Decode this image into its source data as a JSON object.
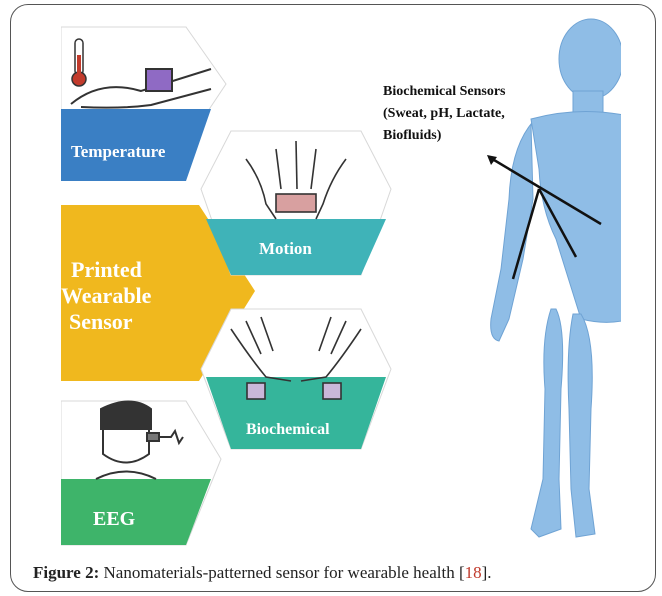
{
  "figure": {
    "tiles": {
      "temperature": "Temperature",
      "motion": "Motion",
      "biochemical": "Biochemical",
      "eeg": "EEG"
    },
    "center": {
      "line1": "Printed",
      "line2": "Wearable",
      "line3": "Sensor"
    },
    "annotation": {
      "line1": "Biochemical Sensors",
      "line2": "(Sweat, pH, Lactate,",
      "line3": "Biofluids)"
    },
    "colors": {
      "temperature": "#3a7fc4",
      "motion": "#3fb3b8",
      "biochemical": "#35b59b",
      "eeg": "#3eb46a",
      "center": "#f0b81e",
      "body": "#8fbde6"
    }
  },
  "caption": {
    "label": "Figure 2:",
    "text": " Nanomaterials-patterned sensor for wearable health ",
    "ref_open": "[",
    "ref": "18",
    "ref_close": "]."
  }
}
